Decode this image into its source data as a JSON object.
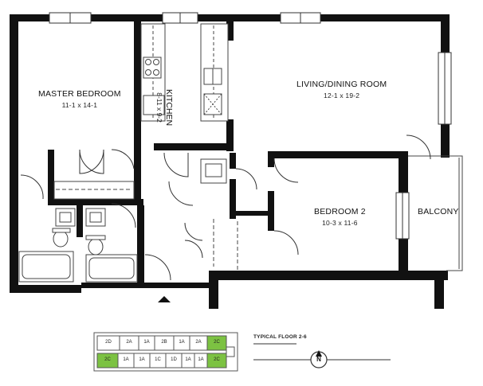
{
  "rooms": {
    "master_bedroom": {
      "name": "MASTER BEDROOM",
      "dims": "11-1 x 14-1"
    },
    "kitchen": {
      "name": "KITCHEN",
      "dims": "8-11 x 9-2"
    },
    "living_dining": {
      "name": "LIVING/DINING ROOM",
      "dims": "12-1 x 19-2"
    },
    "bedroom2": {
      "name": "BEDROOM 2",
      "dims": "10-3 x 11-6"
    },
    "balcony": {
      "name": "BALCONY"
    }
  },
  "key_plan": {
    "caption": "TYPICAL FLOOR 2-6",
    "top_row": [
      "2D",
      "2A",
      "1A",
      "2B",
      "1A",
      "2A",
      "2C"
    ],
    "bottom_row": [
      "2C",
      "1A",
      "1A",
      "1C",
      "1D",
      "1A",
      "1A",
      "2C"
    ],
    "highlight_color": "#7cc242"
  },
  "north_arrow": {
    "label": "N"
  },
  "colors": {
    "wall": "#111111",
    "line": "#333333"
  }
}
